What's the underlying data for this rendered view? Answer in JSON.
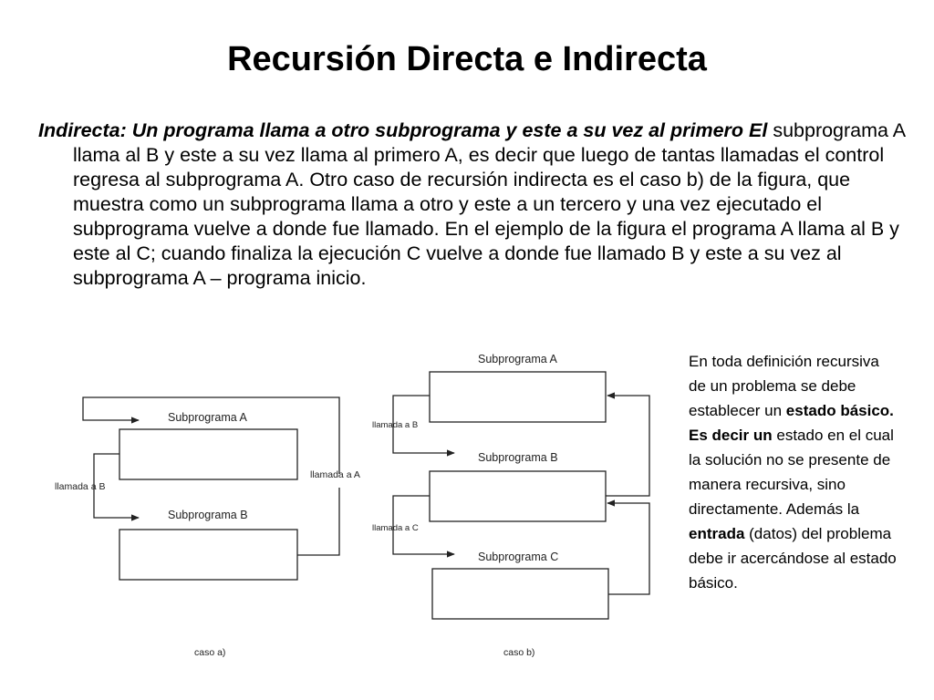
{
  "slide": {
    "title": "Recursión Directa e Indirecta",
    "paragraph": {
      "lead": "Indirecta: Un programa llama a otro subprograma y este a su vez al primero El",
      "rest": " subprograma A llama al B y este a su vez llama al primero A, es decir que luego de tantas llamadas el control regresa al subprograma A. Otro caso de recursión indirecta es el caso b) de la figura, que muestra como un subprograma llama a otro y este a un tercero y una vez ejecutado el subprograma vuelve a donde fue llamado. En el ejemplo de la figura el programa A llama al B y este al C; cuando finaliza la ejecución C vuelve a donde fue llamado B y este a su vez al subprograma A – programa inicio."
    },
    "side_note": {
      "t1": "En toda definición recursiva de un problema se debe establecer un ",
      "b1": "estado básico. Es decir un",
      "t2": " estado en el cual la solución no se presente de manera recursiva, sino directamente. Además la ",
      "b2": "entrada",
      "t3": " (datos) del problema debe ir acercándose al estado básico."
    }
  },
  "diagram_a": {
    "sub_a": "Subprograma A",
    "sub_b": "Subprograma B",
    "call_b": "llamada a  B",
    "call_a": "llamada a  A",
    "caption": "caso a)"
  },
  "diagram_b": {
    "sub_a": "Subprograma A",
    "sub_b": "Subprograma B",
    "sub_c": "Subprograma C",
    "call_b": "llamada a  B",
    "call_c": "llamada a C",
    "caption": "caso b)"
  }
}
